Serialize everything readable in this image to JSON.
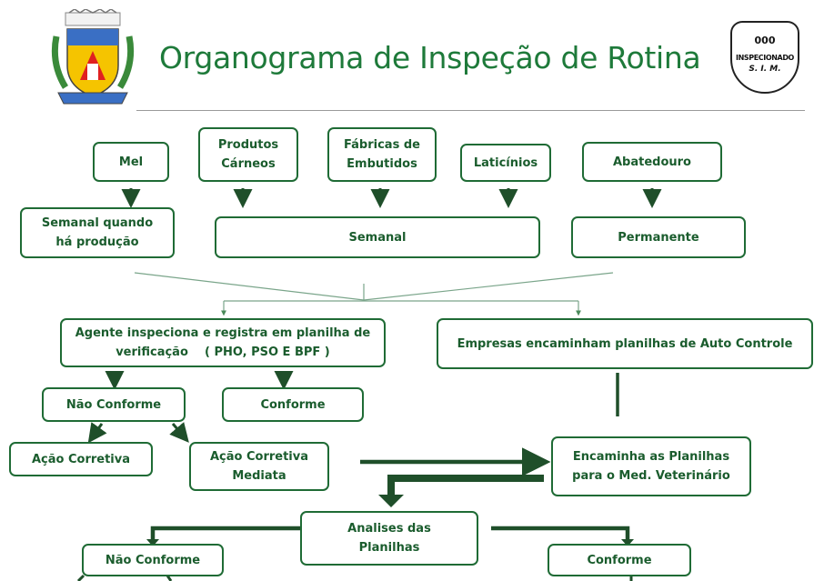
{
  "title": "Organograma de Inspeção de Rotina",
  "seal": {
    "number": "000",
    "text": "INSPECIONADO",
    "acronym": "S. I. M."
  },
  "colors": {
    "green": "#1f6b35",
    "title_green": "#1e7a3a"
  },
  "boxes": {
    "mel": [
      "Mel"
    ],
    "produtos_carneos": [
      "Produtos",
      "Cárneos"
    ],
    "fabricas_embutidos": [
      "Fábricas de",
      "Embutidos"
    ],
    "laticinios": [
      "Laticínios"
    ],
    "abatedouro": [
      "Abatedouro"
    ],
    "semanal_quando": [
      "Semanal quando",
      "há produção"
    ],
    "semanal": [
      "Semanal"
    ],
    "permanente": [
      "Permanente"
    ],
    "agente": [
      "Agente inspeciona e registra em planilha de",
      "verificação    ( PHO, PSO E BPF )"
    ],
    "empresas": [
      "Empresas encaminham planilhas de Auto Controle"
    ],
    "nao_conforme_1": [
      "Não Conforme"
    ],
    "conforme_1": [
      "Conforme"
    ],
    "acao_corretiva": [
      "Ação Corretiva"
    ],
    "acao_corretiva_mediata": [
      "Ação Corretiva",
      "Mediata"
    ],
    "encaminha": [
      "Encaminha as Planilhas",
      "para o Med. Veterinário"
    ],
    "analises": [
      "Analises das",
      "Planilhas"
    ],
    "nao_conforme_2": [
      "Não Conforme"
    ],
    "conforme_2": [
      "Conforme"
    ]
  }
}
